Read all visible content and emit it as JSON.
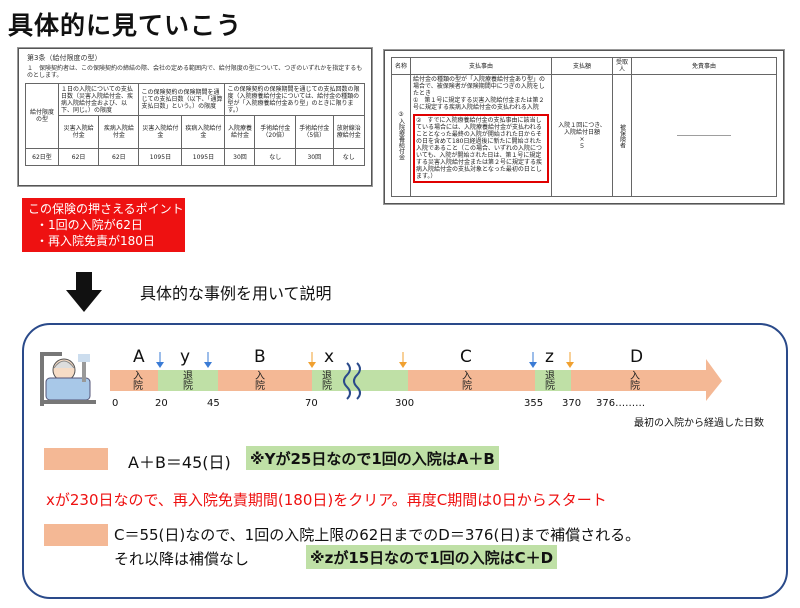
{
  "title": "具体的に見ていこう",
  "doc_left": {
    "heading": "第3条（給付限度の型）",
    "sub": "１　保険契約者は、この保険契約の締結の際、会社の定める範囲内で、給付限度の型について、つぎのいずれかを指定するものとします。",
    "row_header": "給付限度の型",
    "col1": "１日の入院についての支払日数（災害入院給付金、疾病入院給付金および、以下、同じ。）の限度",
    "col2": "この保険契約の保険期間を通じての支払日数（以下、「通算支払日数」という。）の限度",
    "col3": "この保険契約の保険期間を通じての支払回数の限度（入院療養給付金については、給付金の種類の型が「入院療養給付金あり型」のときに限ります。）",
    "sub_headers": [
      "災害入院給付金",
      "疾病入院給付金",
      "災害入院給付金",
      "疾病入院給付金",
      "入院療養給付金",
      "手術給付金（20倍）",
      "手術給付金（5倍）",
      "放射線治療給付金"
    ],
    "row_label": "62日型",
    "values": [
      "62日",
      "62日",
      "1095日",
      "1095日",
      "30回",
      "なし",
      "30回",
      "なし"
    ]
  },
  "doc_right": {
    "headers": [
      "名称",
      "支払事由",
      "支払額",
      "受取人",
      "免責事由"
    ],
    "side": "③入院療養給付金",
    "text1": "給付金の種類の型が「入院療養給付金あり型」の場合で、被保険者が保険期間中につぎの入院をしたとき",
    "text2": "①　第１号に規定する災害入院給付金または第２号に規定する疾病入院給付金の支払われる入院",
    "highlight": "②　すでに入院療養給付金の支払事由に該当している場合には、入院療養給付金が支払われることとなった最終の入院が開始された日からその日を含めて180日経過後に新たに開始された入院であること（この場合、いずれの入院についても、入院が開始された日は、第１号に規定する災害入院給付金または第２号に規定する疾病入院給付金の支払対象となった最初の日とします。）",
    "amount1": "入院１回につき、",
    "amount2": "入院給付日額",
    "amount3": "×",
    "amount4": "５",
    "receiver": "被保険者",
    "exempt": "―――――――――"
  },
  "points": {
    "line1": "この保険の押さえるポイント",
    "line2": "・1回の入院が62日",
    "line3": "・再入院免責が180日"
  },
  "explain": "具体的な事例を用いて説明",
  "timeline": {
    "letters": [
      "A",
      "y",
      "B",
      "x",
      "C",
      "z",
      "D"
    ],
    "seg_labels": [
      "入院",
      "退院",
      "入院",
      "退院",
      "入院",
      "退院",
      "入院"
    ],
    "ticks": [
      "0",
      "20",
      "45",
      "70",
      "300",
      "355",
      "370",
      "376………"
    ],
    "axis_caption": "最初の入院から経過した日数"
  },
  "notes": {
    "n1": "A＋B＝45(日)",
    "n1_green": "※Yが25日なので1回の入院はA＋B",
    "n2": "xが230日なので、再入院免責期間(180日)をクリア。再度C期間は0日からスタート",
    "n3a": "C＝55(日)なので、1回の入院上限の62日までのD＝376(日)まで補償される。",
    "n3b": "それ以降は補償なし",
    "n3_green": "※zが15日なので1回の入院はC＋D"
  },
  "colors": {
    "red": "#ee1111",
    "salmon": "#f4b895",
    "green": "#bfe0a6",
    "panel_border": "#2a4a8a",
    "blue_mark": "#3a7bd5",
    "orange_mark": "#f0a030"
  }
}
